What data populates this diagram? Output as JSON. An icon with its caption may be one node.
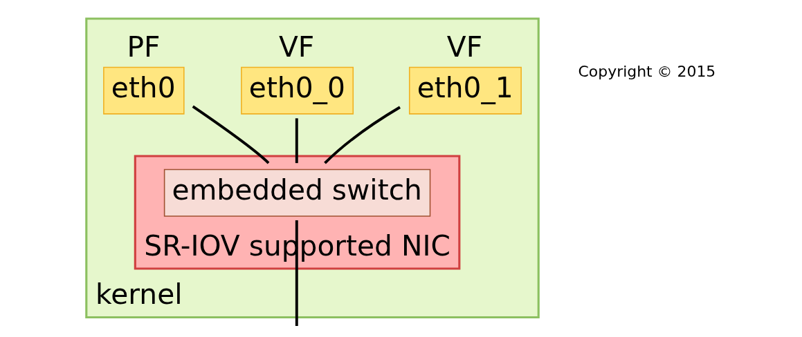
{
  "diagram": {
    "nodes": [
      {
        "text": [
          "kernel"
        ]
      },
      {
        "text": [
          "SR-IOV supported NIC"
        ],
        "in": 0
      },
      {
        "text": [
          "eth0"
        ],
        "in": 0,
        "beside": [
          "PF"
        ]
      },
      {
        "text": [
          "eth0_0"
        ],
        "in": 0,
        "beside": [
          "VF"
        ]
      },
      {
        "text": [
          "eth0_1"
        ],
        "in": 0,
        "beside": [
          "VF"
        ]
      },
      {
        "text": [
          "embedded switch"
        ],
        "in": 1
      }
    ],
    "edges": [
      {
        "from": 2,
        "to": 5,
        "arrow": "none"
      },
      {
        "from": 3,
        "to": 5,
        "arrow": "none"
      },
      {
        "from": 4,
        "to": 5,
        "arrow": "none"
      },
      {
        "from": 5,
        "to": null,
        "arrow": "none"
      }
    ],
    "labels": [
      "Copyright © 2015"
    ]
  }
}
